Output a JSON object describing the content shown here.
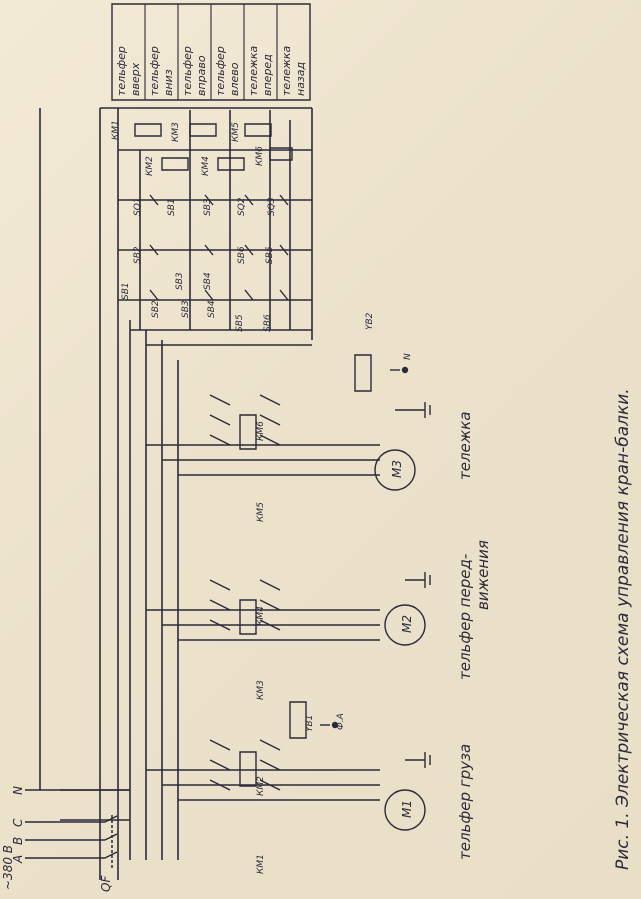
{
  "colors": {
    "paper": "#efe6d2",
    "ink": "#2a2a3a"
  },
  "caption": "Рис. 1.  Электрическая  схема  управления  кран-балки.",
  "legend": [
    [
      "тельфер",
      "вверх"
    ],
    [
      "тельфер",
      "вниз"
    ],
    [
      "тельфер",
      "вправо"
    ],
    [
      "тельфер",
      "влево"
    ],
    [
      "тележка",
      "вперед"
    ],
    [
      "тележка",
      "назад"
    ]
  ],
  "supply": {
    "voltage": "~380 В",
    "phases": [
      "A",
      "B",
      "C",
      "N"
    ],
    "breaker": "QF"
  },
  "motors": {
    "m1": {
      "label": "М1",
      "caption": "тельфер груза"
    },
    "m2": {
      "label": "М2",
      "caption_lines": [
        "тельфер перед-",
        "вижения"
      ]
    },
    "m3": {
      "label": "М3",
      "caption": "тележка"
    }
  },
  "contactors": {
    "km1": "КМ1",
    "km2": "КМ2",
    "km3": "КМ3",
    "km4": "КМ4",
    "km5": "КМ5",
    "km6": "КМ6"
  },
  "brakes": {
    "yb1": "YB1",
    "yb2": "YB2",
    "phase_a": "Ф.А",
    "neutral": "N"
  },
  "control": {
    "coils": [
      "КМ1",
      "КМ2",
      "КМ3",
      "КМ4",
      "КМ5",
      "КМ6"
    ],
    "switches_top": [
      "SQ1",
      "SB1",
      "SB3",
      "SQ2",
      "SQ3"
    ],
    "switches_mid": [
      "SB2",
      "SB3",
      "SB4",
      "SB6",
      "SB5"
    ],
    "switches_bottom": [
      "SB1",
      "SB2",
      "SB3",
      "SB4",
      "SB5",
      "SB6"
    ]
  }
}
